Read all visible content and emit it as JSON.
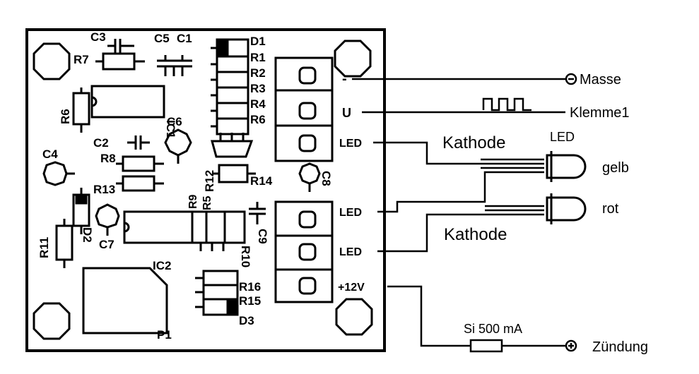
{
  "board": {
    "labels": {
      "c3": "C3",
      "r7": "R7",
      "c5": "C5",
      "c1": "C1",
      "d1": "D1",
      "r1": "R1",
      "r2": "R2",
      "r3": "R3",
      "r4": "R4",
      "r6b": "R6",
      "r6": "R6",
      "ic1": "IC1",
      "c6": "C6",
      "c2": "C2",
      "r8": "R8",
      "c4": "C4",
      "r12": "R12",
      "r14": "R14",
      "c8": "C8",
      "r13": "R13",
      "r11": "R11",
      "d2": "D2",
      "c7": "C7",
      "r9": "R9",
      "r5": "R5",
      "c9": "C9",
      "r10": "R10",
      "ic2": "IC2",
      "p1": "P1",
      "r16": "R16",
      "r15": "R15",
      "d3": "D3"
    },
    "terminals": {
      "minus": "-",
      "u": "U",
      "led1": "LED",
      "led2": "LED",
      "led3": "LED",
      "plus12": "+12V"
    }
  },
  "external": {
    "masse": "Masse",
    "klemme": "Klemme1",
    "led_title": "LED",
    "kathode_top": "Kathode",
    "kathode_bottom": "Kathode",
    "gelb": "gelb",
    "rot": "rot",
    "fuse": "Si 500 mA",
    "zuendung": "Zündung"
  }
}
